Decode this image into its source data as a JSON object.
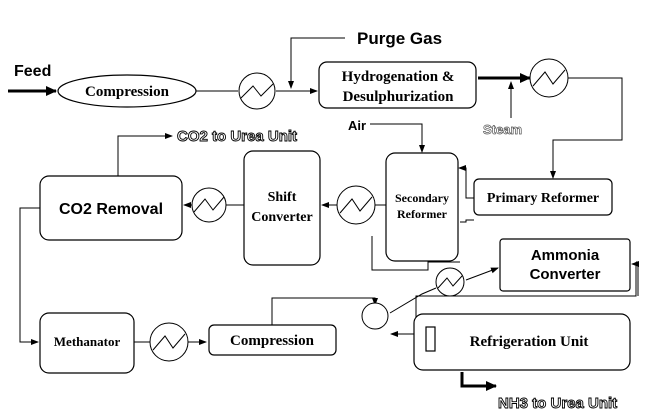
{
  "labels": {
    "feed": "Feed",
    "purge_gas": "Purge Gas",
    "air": "Air",
    "steam": "Steam",
    "co2_to_urea": "CO2 to Urea Unit",
    "nh3_to_urea": "NH3 to Urea Unit"
  },
  "units": {
    "compression_top": "Compression",
    "hydrogenation_line1": "Hydrogenation &",
    "hydrogenation_line2": "Desulphurization",
    "primary_reformer": "Primary Reformer",
    "secondary_reformer_line1": "Secondary",
    "secondary_reformer_line2": "Reformer",
    "shift_converter_line1": "Shift",
    "shift_converter_line2": "Converter",
    "co2_removal": "CO2 Removal",
    "ammonia_converter_line1": "Ammonia",
    "ammonia_converter_line2": "Converter",
    "methanator": "Methanator",
    "compression_bottom": "Compression",
    "refrigeration_unit": "Refrigeration Unit"
  }
}
